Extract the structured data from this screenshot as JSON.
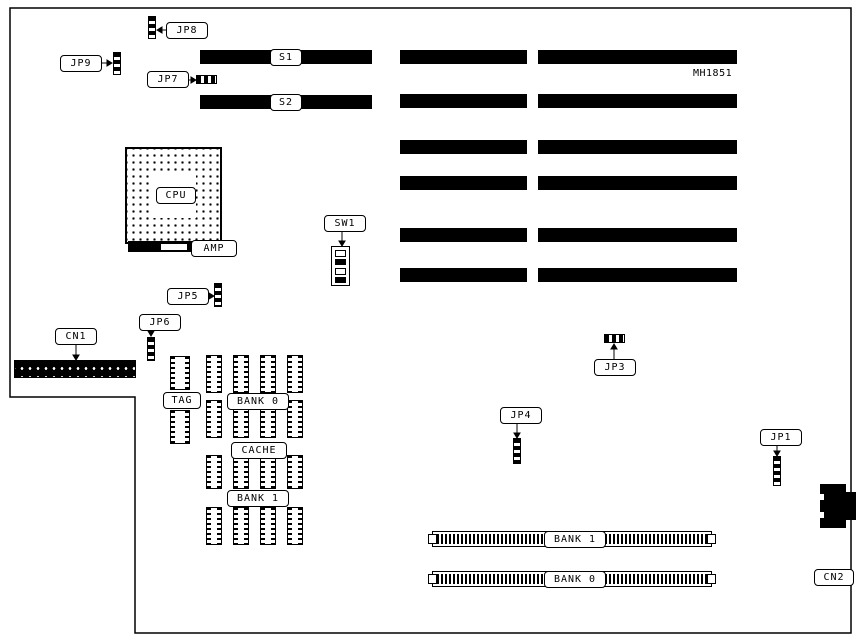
{
  "diagram": {
    "board_id": "MH1851",
    "labels": {
      "jp1": "JP1",
      "jp3": "JP3",
      "jp4": "JP4",
      "jp5": "JP5",
      "jp6": "JP6",
      "jp7": "JP7",
      "jp8": "JP8",
      "jp9": "JP9",
      "s1": "S1",
      "s2": "S2",
      "cpu": "CPU",
      "amp": "AMP",
      "sw1": "SW1",
      "cn1": "CN1",
      "cn2": "CN2",
      "tag": "TAG",
      "cache_bank0": "BANK 0",
      "cache": "CACHE",
      "cache_bank1": "BANK 1",
      "simm_bank1": "BANK 1",
      "simm_bank0": "BANK 0"
    }
  }
}
